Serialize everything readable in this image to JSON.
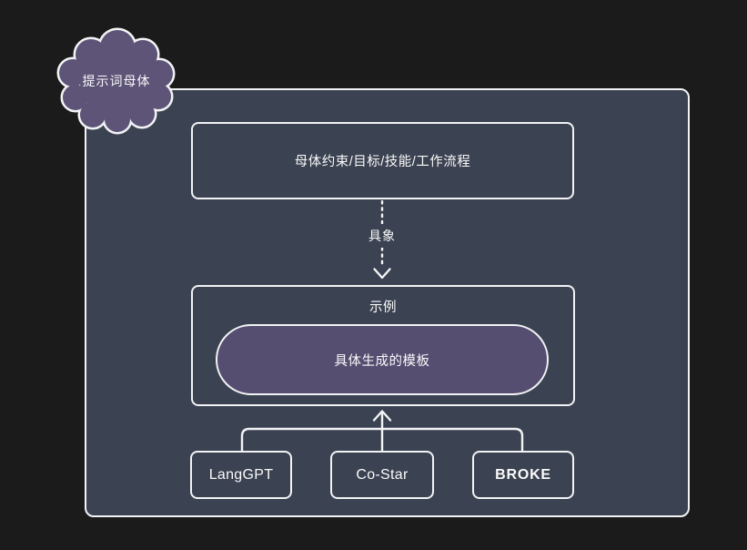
{
  "colors": {
    "background": "#1b1b1b",
    "container_fill": "#3b4251",
    "cloud_fill": "#5d5478",
    "pill_fill": "#564e71",
    "line": "#f2f3f5",
    "text": "#fafafa"
  },
  "cloud": {
    "label": "提示词母体"
  },
  "flow": {
    "abstract_box": {
      "label": "母体约束/目标/技能/工作流程"
    },
    "transition_arrow": {
      "label": "具象"
    },
    "example_box": {
      "title": "示例",
      "template_pill": {
        "label": "具体生成的模板"
      }
    },
    "frameworks": [
      {
        "label": "LangGPT"
      },
      {
        "label": "Co-Star"
      },
      {
        "label": "BROKE"
      }
    ]
  }
}
